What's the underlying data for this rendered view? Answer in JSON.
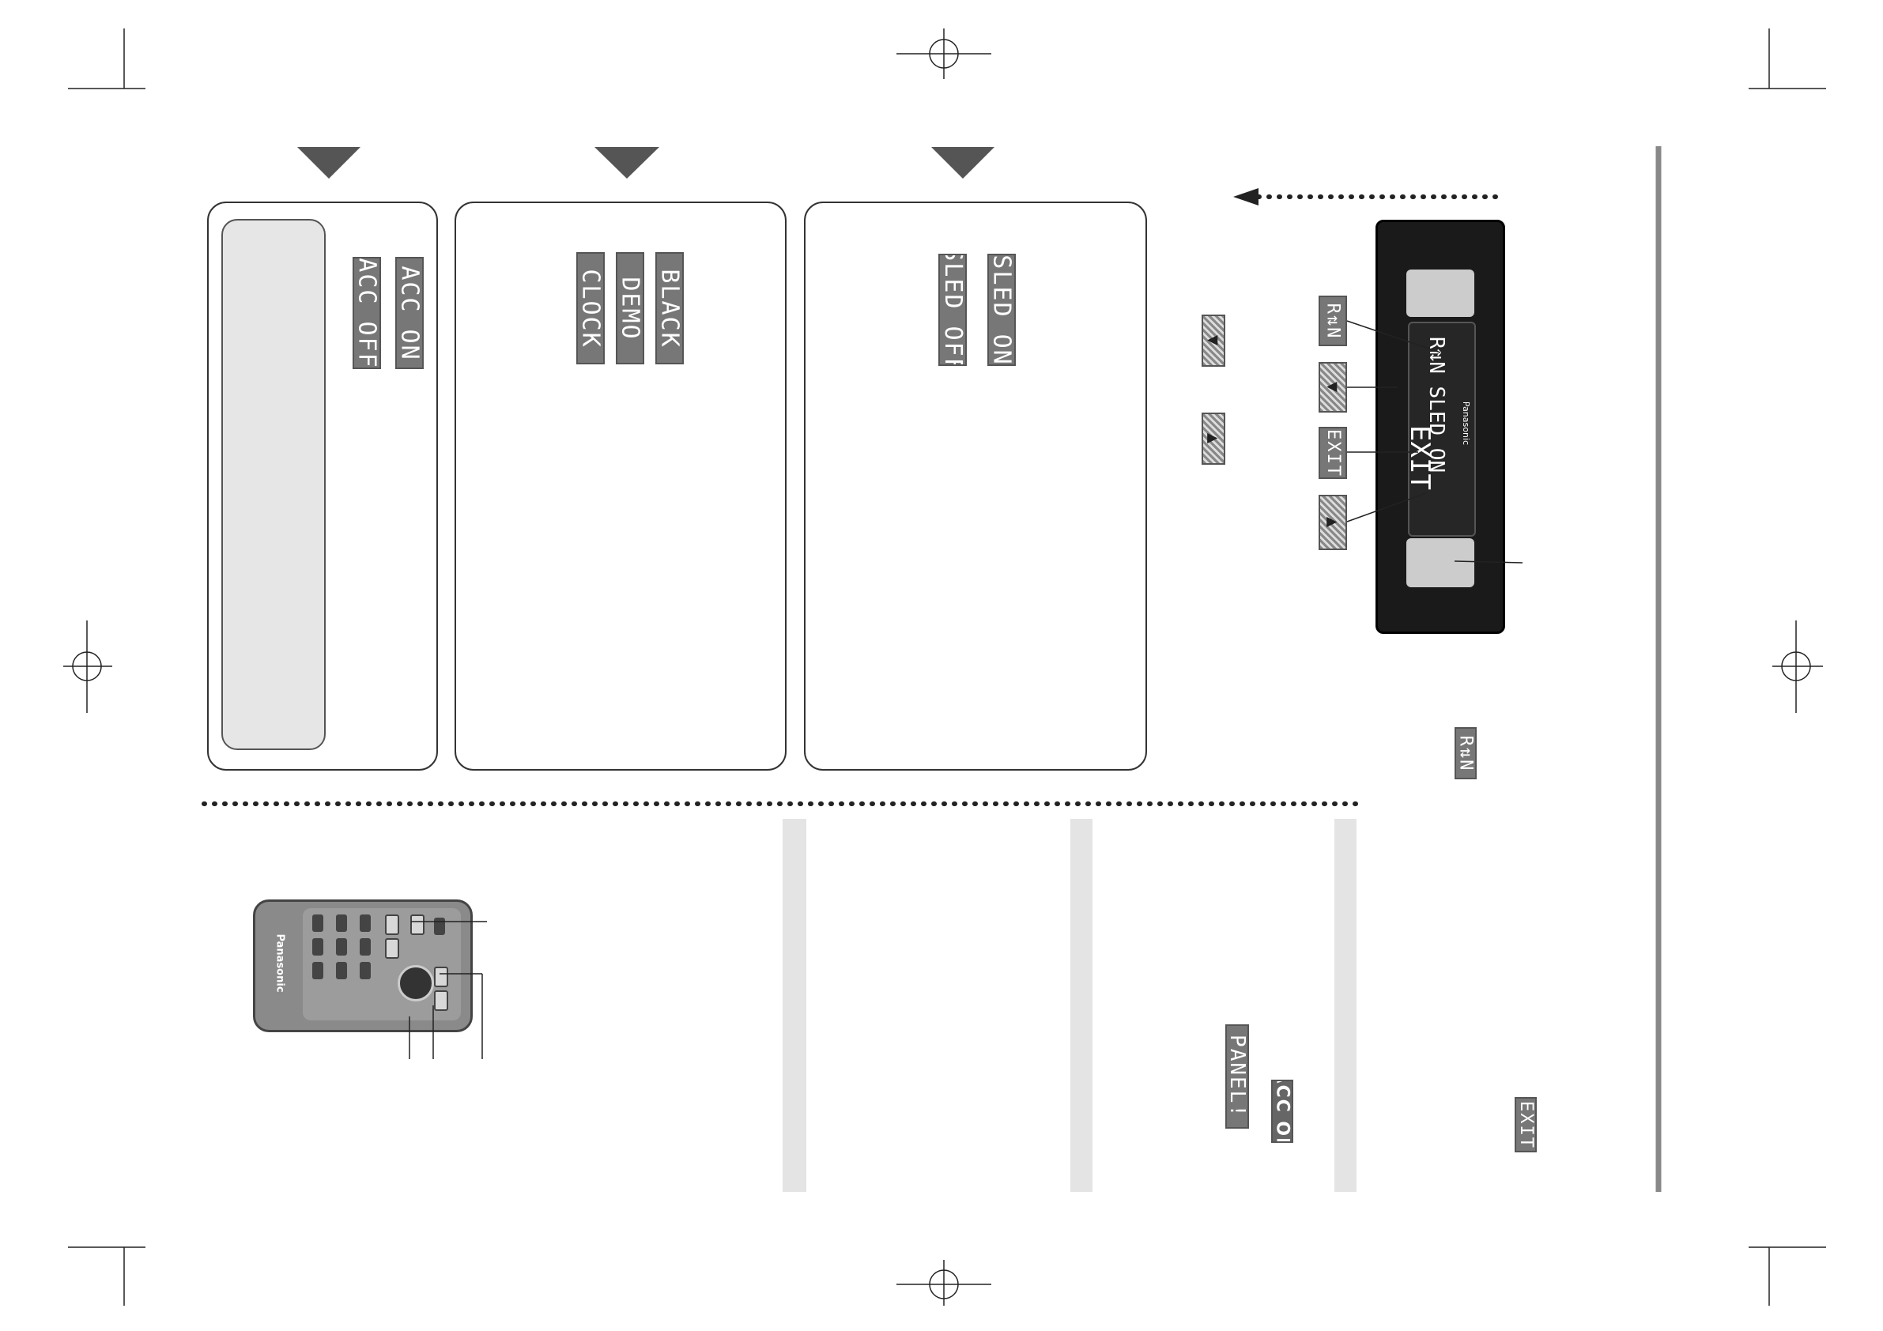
{
  "panels": {
    "acc": {
      "options": [
        "ACC ON",
        "ACC OFF"
      ]
    },
    "display": {
      "options": [
        "BLACK",
        "DEMO",
        "CLOCK"
      ]
    },
    "sled": {
      "options": [
        "SLED ON",
        "SLED OFF"
      ]
    }
  },
  "head_unit": {
    "brand": "Panasonic",
    "display_line1": "R⇅N SLED ON",
    "display_line2": "EXIT",
    "callouts": {
      "return_label": "R⇅N",
      "down_label": "▼",
      "exit_label": "EXIT",
      "up_label": "▲"
    }
  },
  "legend": {
    "down_label": "▼",
    "up_label": "▲"
  },
  "right_column": {
    "return_label": "R⇅N",
    "exit_label": "EXIT"
  },
  "middle_column": {
    "panel_label": "PANEL!",
    "acc_on_label": "ACC ON"
  },
  "remote": {
    "brand": "Panasonic"
  },
  "colors": {
    "lcd_background": "#777777",
    "note_background": "#e6e6e6",
    "accent_line": "#888888"
  }
}
